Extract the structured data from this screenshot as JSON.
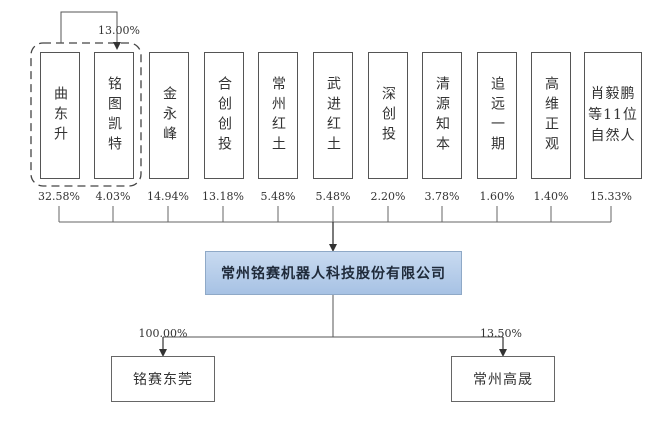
{
  "top_ownership_pct": "13.00%",
  "shareholders": [
    {
      "name": "曲东升",
      "pct": "32.58%"
    },
    {
      "name": "铭图凯特",
      "pct": "4.03%"
    },
    {
      "name": "金永峰",
      "pct": "14.94%"
    },
    {
      "name": "合创创投",
      "pct": "13.18%"
    },
    {
      "name": "常州红土",
      "pct": "5.48%"
    },
    {
      "name": "武进红土",
      "pct": "5.48%"
    },
    {
      "name": "深创投",
      "pct": "2.20%"
    },
    {
      "name": "清源知本",
      "pct": "3.78%"
    },
    {
      "name": "追远一期",
      "pct": "1.60%"
    },
    {
      "name": "高维正观",
      "pct": "1.40%"
    },
    {
      "name": "肖毅鹏等11位自然人",
      "pct": "15.33%"
    }
  ],
  "company": "常州铭赛机器人科技股份有限公司",
  "subsidiaries": [
    {
      "name": "铭赛东莞",
      "pct": "100.00%"
    },
    {
      "name": "常州高晟",
      "pct": "13.50%"
    }
  ],
  "colors": {
    "company_fill": "#b7cdea",
    "line": "#555555"
  }
}
